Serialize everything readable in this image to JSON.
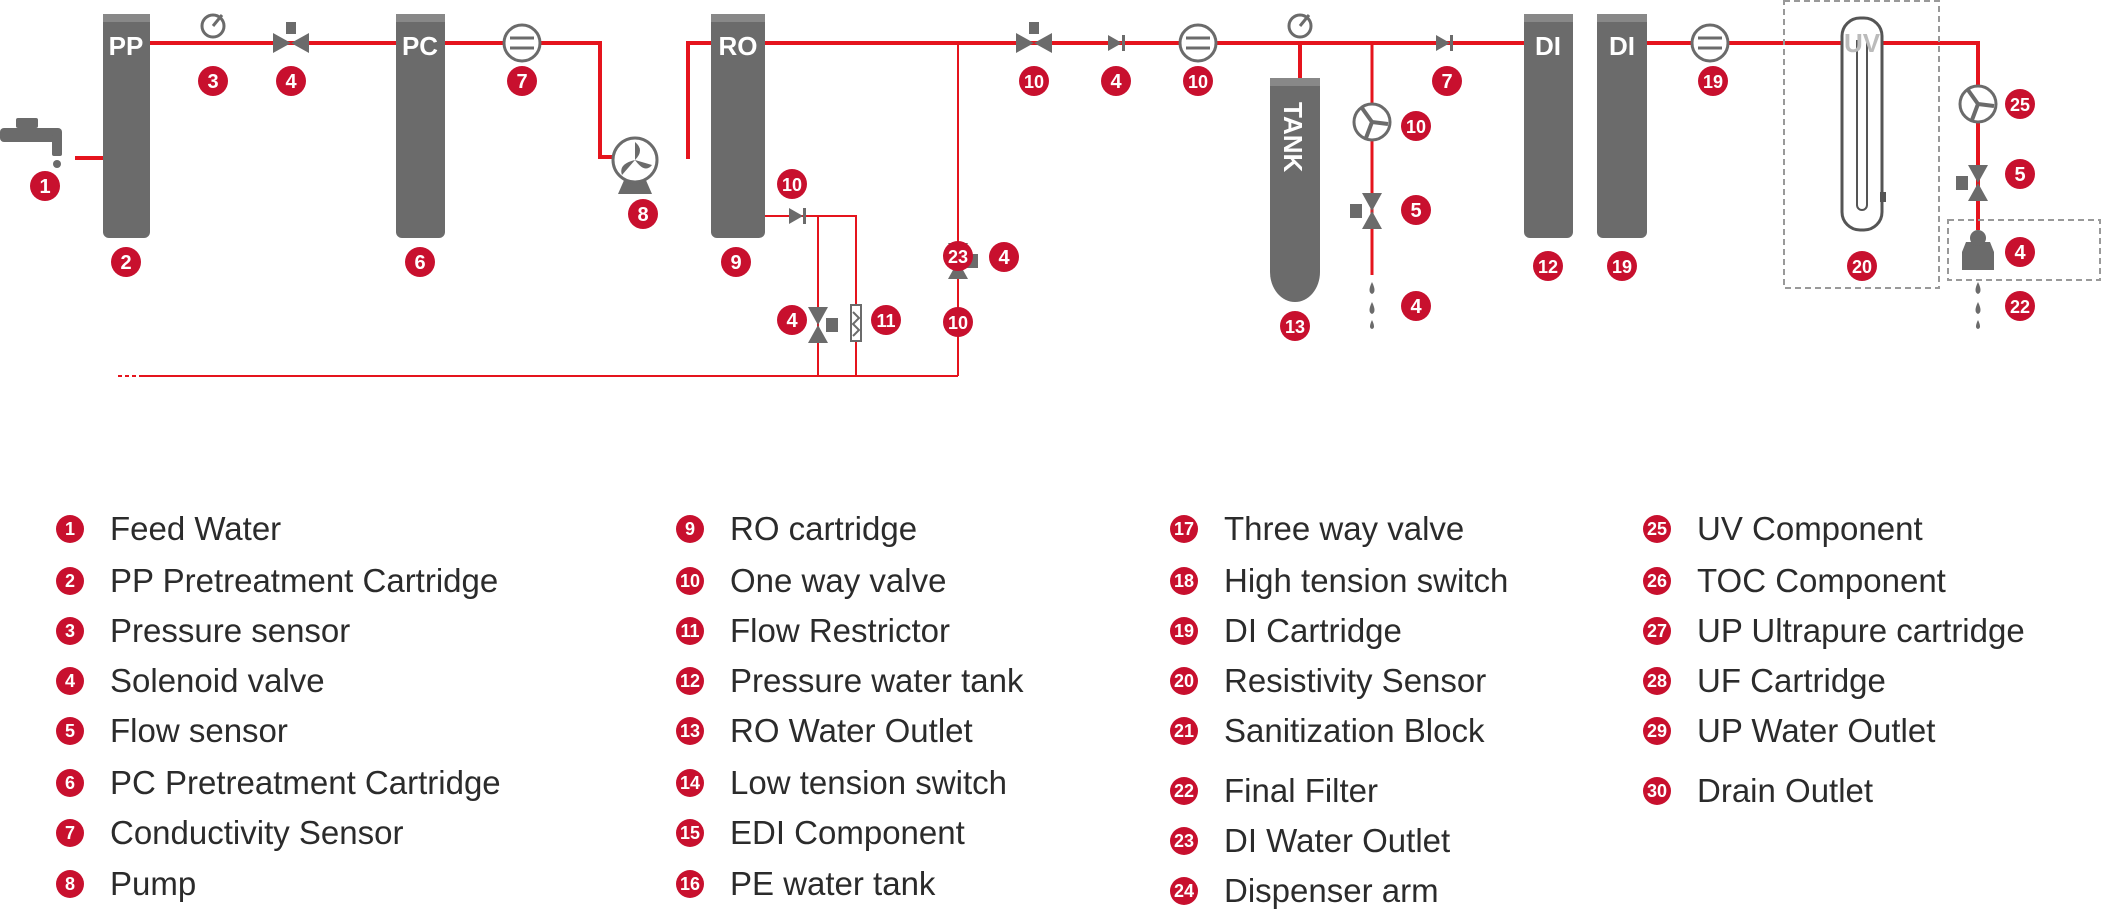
{
  "colors": {
    "pipe": "#e5141d",
    "badge": "#c8102e",
    "cartridge": "#6b6b6b",
    "text": "#2b2b2b"
  },
  "cartridges": {
    "pp": "PP",
    "pc": "PC",
    "ro": "RO",
    "di_1": "DI",
    "di_2": "DI",
    "uv": "UV",
    "tank": "TANK"
  },
  "diagram_badges": [
    "1",
    "2",
    "3",
    "4",
    "6",
    "7",
    "8",
    "9",
    "10",
    "4",
    "10",
    "11",
    "4",
    "10",
    "4",
    "10",
    "7",
    "10",
    "5",
    "4",
    "13",
    "12",
    "19",
    "19",
    "20",
    "25",
    "5",
    "4",
    "22",
    "23"
  ],
  "legend": [
    {
      "num": "1",
      "text": "Feed Water"
    },
    {
      "num": "2",
      "text": "PP Pretreatment Cartridge"
    },
    {
      "num": "3",
      "text": "Pressure sensor"
    },
    {
      "num": "4",
      "text": "Solenoid valve"
    },
    {
      "num": "5",
      "text": "Flow sensor"
    },
    {
      "num": "6",
      "text": "PC Pretreatment Cartridge"
    },
    {
      "num": "7",
      "text": "Conductivity Sensor"
    },
    {
      "num": "8",
      "text": "Pump"
    },
    {
      "num": "9",
      "text": "RO cartridge"
    },
    {
      "num": "10",
      "text": "One way valve"
    },
    {
      "num": "11",
      "text": "Flow Restrictor"
    },
    {
      "num": "12",
      "text": "Pressure water tank"
    },
    {
      "num": "13",
      "text": "RO Water Outlet"
    },
    {
      "num": "14",
      "text": "Low tension switch"
    },
    {
      "num": "15",
      "text": "EDI Component"
    },
    {
      "num": "16",
      "text": "PE water tank"
    },
    {
      "num": "17",
      "text": "Three way valve"
    },
    {
      "num": "18",
      "text": "High tension switch"
    },
    {
      "num": "19",
      "text": "DI Cartridge"
    },
    {
      "num": "20",
      "text": "Resistivity Sensor"
    },
    {
      "num": "21",
      "text": "Sanitization Block"
    },
    {
      "num": "22",
      "text": "Final Filter"
    },
    {
      "num": "23",
      "text": "DI Water Outlet"
    },
    {
      "num": "24",
      "text": "Dispenser arm"
    },
    {
      "num": "25",
      "text": "UV Component"
    },
    {
      "num": "26",
      "text": "TOC Component"
    },
    {
      "num": "27",
      "text": "UP Ultrapure cartridge"
    },
    {
      "num": "28",
      "text": "UF Cartridge"
    },
    {
      "num": "29",
      "text": "UP Water Outlet"
    },
    {
      "num": "30",
      "text": "Drain Outlet"
    }
  ]
}
